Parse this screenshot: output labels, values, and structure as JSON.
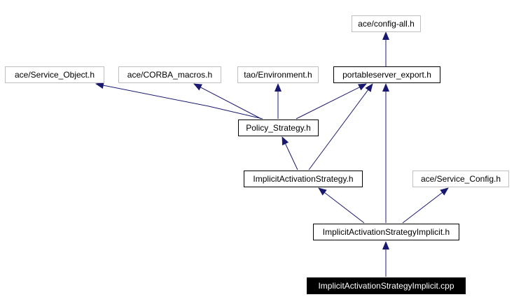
{
  "nodes": {
    "config_all": "ace/config-all.h",
    "service_object": "ace/Service_Object.h",
    "corba_macros": "ace/CORBA_macros.h",
    "environment": "tao/Environment.h",
    "portableserver_export": "portableserver_export.h",
    "policy_strategy": "Policy_Strategy.h",
    "implicit_activation_strategy": "ImplicitActivationStrategy.h",
    "service_config": "ace/Service_Config.h",
    "implicit_activation_strategy_implicit_h": "ImplicitActivationStrategyImplicit.h",
    "implicit_activation_strategy_implicit_cpp": "ImplicitActivationStrategyImplicit.cpp"
  },
  "colors": {
    "edge": "#191970",
    "external_border": "#bfbfbf",
    "node_border": "#000000",
    "focus_fill": "#000000"
  }
}
